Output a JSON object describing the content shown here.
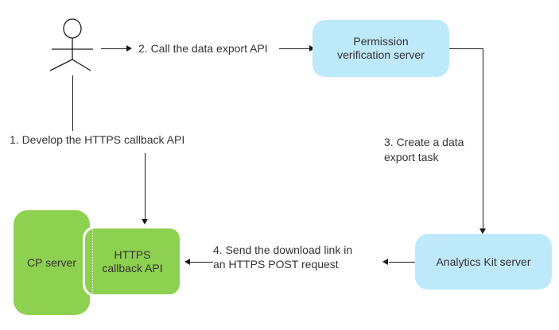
{
  "diagram": {
    "actor": {
      "icon": "stick-figure-person"
    },
    "steps": {
      "step1": {
        "label": "1. Develop the HTTPS callback API"
      },
      "step2": {
        "label": "2. Call the data export API"
      },
      "step3": {
        "line1": "3. Create a data",
        "line2": "export task"
      },
      "step4": {
        "line1": "4. Send the download link in",
        "line2": "an HTTPS POST request"
      }
    },
    "nodes": {
      "permission_server": {
        "line1": "Permission",
        "line2": "verification server",
        "fill": "#bee9fb"
      },
      "analytics_server": {
        "label": "Analytics Kit server",
        "fill": "#bee9fb"
      },
      "cp_server": {
        "label": "CP server",
        "fill": "#8ed04f"
      },
      "callback_api": {
        "line1": "HTTPS",
        "line2": "callback API",
        "fill": "#8ed04f"
      }
    },
    "colors": {
      "node_blue": "#bee9fb",
      "node_green": "#8ed04f",
      "line": "#1a1a1a",
      "text": "#333333",
      "background": "#ffffff"
    }
  }
}
